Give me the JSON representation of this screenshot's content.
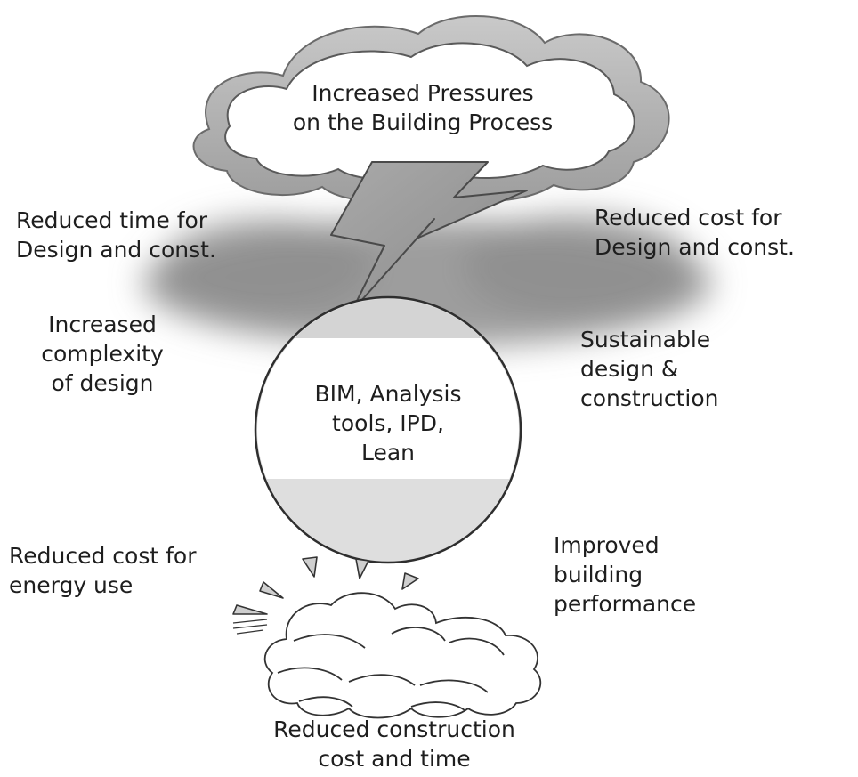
{
  "storm_cloud": {
    "text": "Increased Pressures\non the Building Process"
  },
  "pressures": {
    "time": "Reduced time for\nDesign and const.",
    "cost": "Reduced cost for\nDesign and const.",
    "complexity": "Increased\ncomplexity\nof design",
    "sustainable": "Sustainable\ndesign &\nconstruction"
  },
  "solution_circle": {
    "text": "BIM, Analysis\ntools, IPD,\nLean"
  },
  "benefits": {
    "energy": "Reduced cost for\nenergy use",
    "performance": "Improved\nbuilding\nperformance",
    "construction": "Reduced construction\ncost and time"
  }
}
